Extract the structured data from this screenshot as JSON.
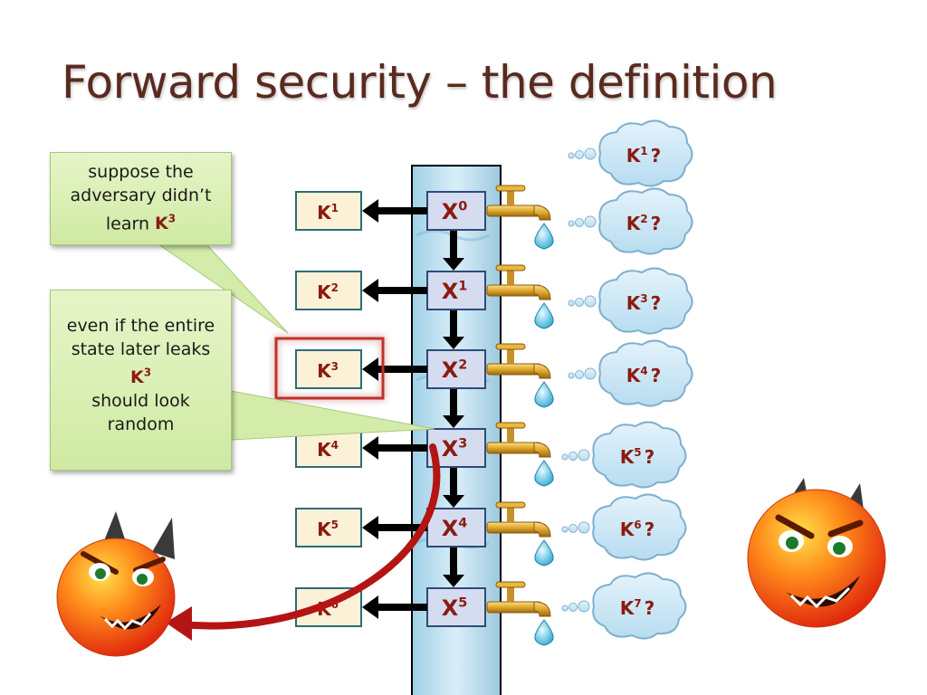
{
  "slide": {
    "title": "Forward security – the definition"
  },
  "notes": {
    "first": {
      "line1": "suppose the",
      "line2": "adversary didn’t",
      "line3_prefix": "learn ",
      "key": "K",
      "key_sup": "3"
    },
    "second": {
      "line1": "even if the entire",
      "line2": "state later leaks",
      "key": "K",
      "key_sup": "3",
      "line4": "should look",
      "line5": "random"
    }
  },
  "states": [
    {
      "label": "X",
      "sup": "0"
    },
    {
      "label": "X",
      "sup": "1"
    },
    {
      "label": "X",
      "sup": "2"
    },
    {
      "label": "X",
      "sup": "3"
    },
    {
      "label": "X",
      "sup": "4"
    },
    {
      "label": "X",
      "sup": "5"
    }
  ],
  "keys": [
    {
      "label": "K",
      "sup": "1"
    },
    {
      "label": "K",
      "sup": "2"
    },
    {
      "label": "K",
      "sup": "3"
    },
    {
      "label": "K",
      "sup": "4"
    },
    {
      "label": "K",
      "sup": "5"
    },
    {
      "label": "K",
      "sup": "6"
    }
  ],
  "bubbles": [
    {
      "label": "K",
      "sup": "1",
      "mark": "?"
    },
    {
      "label": "K",
      "sup": "2",
      "mark": "?"
    },
    {
      "label": "K",
      "sup": "3",
      "mark": "?"
    },
    {
      "label": "K",
      "sup": "4",
      "mark": "?"
    },
    {
      "label": "K",
      "sup": "5",
      "mark": "?"
    },
    {
      "label": "K",
      "sup": "6",
      "mark": "?"
    },
    {
      "label": "K",
      "sup": "7",
      "mark": "?"
    }
  ],
  "highlighted_key": "K3",
  "icons": [
    "faucet-icon",
    "water-drop-icon",
    "devil-face-icon",
    "thought-bubble-icon"
  ],
  "colors": {
    "title": "#5a2a1e",
    "key_text": "#8b1a10",
    "state_box": "#d6dcef",
    "key_box": "#fbf1d6",
    "highlight": "#c0302a",
    "note_bg": "#d8efb2",
    "bubble_bg": "#c9e6f6",
    "arrow": "#000000"
  }
}
